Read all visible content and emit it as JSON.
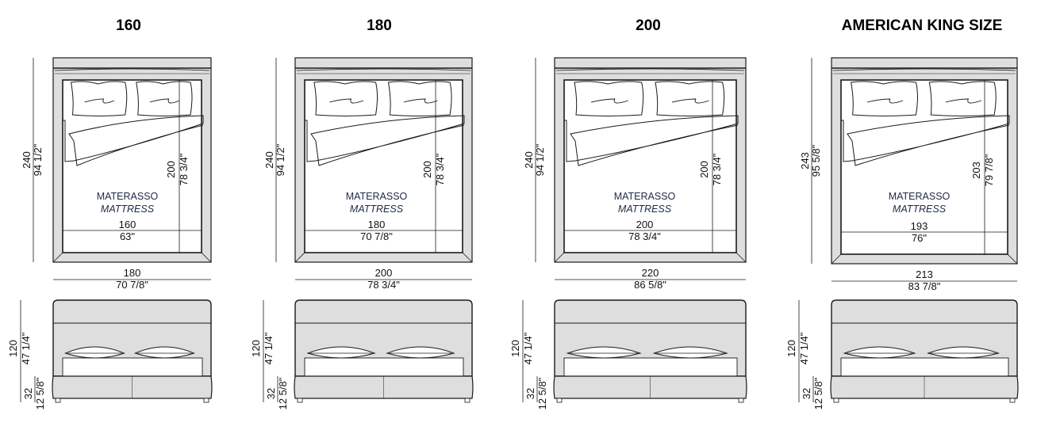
{
  "colors": {
    "fill": "#dedede",
    "stroke": "#1a1a1a",
    "mattress_text": "#1c2a4a"
  },
  "beds": [
    {
      "title": "160",
      "total_length": {
        "cm": "240",
        "in": "94 1/2\""
      },
      "mattress_length": {
        "cm": "200",
        "in": "78 3/4\""
      },
      "mattress_width": {
        "cm": "160",
        "in": "63\""
      },
      "total_width": {
        "cm": "180",
        "in": "70 7/8\""
      },
      "mattress_label": "MATERASSO",
      "mattress_label_en": "MATTRESS",
      "headboard_height": {
        "cm": "120",
        "in": "47 1/4\""
      },
      "base_height": {
        "cm": "32",
        "in": "12 5/8\""
      }
    },
    {
      "title": "180",
      "total_length": {
        "cm": "240",
        "in": "94 1/2\""
      },
      "mattress_length": {
        "cm": "200",
        "in": "78 3/4\""
      },
      "mattress_width": {
        "cm": "180",
        "in": "70 7/8\""
      },
      "total_width": {
        "cm": "200",
        "in": "78 3/4\""
      },
      "mattress_label": "MATERASSO",
      "mattress_label_en": "MATTRESS",
      "headboard_height": {
        "cm": "120",
        "in": "47 1/4\""
      },
      "base_height": {
        "cm": "32",
        "in": "12 5/8\""
      }
    },
    {
      "title": "200",
      "total_length": {
        "cm": "240",
        "in": "94 1/2\""
      },
      "mattress_length": {
        "cm": "200",
        "in": "78 3/4\""
      },
      "mattress_width": {
        "cm": "200",
        "in": "78 3/4\""
      },
      "total_width": {
        "cm": "220",
        "in": "86 5/8\""
      },
      "mattress_label": "MATERASSO",
      "mattress_label_en": "MATTRESS",
      "headboard_height": {
        "cm": "120",
        "in": "47 1/4\""
      },
      "base_height": {
        "cm": "32",
        "in": "12 5/8\""
      }
    },
    {
      "title": "AMERICAN KING SIZE",
      "total_length": {
        "cm": "243",
        "in": "95 5/8\""
      },
      "mattress_length": {
        "cm": "203",
        "in": "79 7/8\""
      },
      "mattress_width": {
        "cm": "193",
        "in": "76\""
      },
      "total_width": {
        "cm": "213",
        "in": "83 7/8\""
      },
      "mattress_label": "MATERASSO",
      "mattress_label_en": "MATTRESS",
      "headboard_height": {
        "cm": "120",
        "in": "47 1/4\""
      },
      "base_height": {
        "cm": "32",
        "in": "12 5/8\""
      }
    }
  ]
}
